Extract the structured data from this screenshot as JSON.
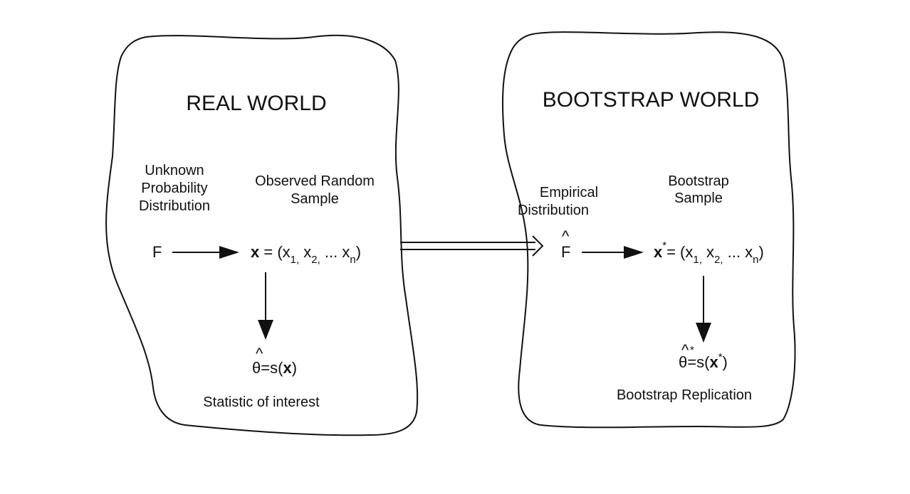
{
  "real_world": {
    "title": "REAL WORLD",
    "unknown": [
      "Unknown",
      "Probability",
      "Distribution"
    ],
    "observed": [
      "Observed Random",
      "Sample"
    ],
    "F": "F",
    "x": "x",
    "eq": " = (x",
    "s1": "1,",
    "x2": " x",
    "s2": "2,",
    "dots": " ... x",
    "sn": "n",
    "close": ")",
    "theta": "θ",
    "hat": "^",
    "estimate_prefix": "=s(",
    "estimate_x": "x",
    "estimate_close": ")",
    "caption": "Statistic of interest"
  },
  "bootstrap_world": {
    "title": "BOOTSTRAP WORLD",
    "empirical": [
      "Empirical",
      "Distribution"
    ],
    "bootstrap_sample": [
      "Bootstrap",
      "Sample"
    ],
    "F": "F",
    "hat": "^",
    "x": "x",
    "star": "*",
    "eq": "= (x",
    "s1": "1,",
    "x2": " x",
    "s2": "2,",
    "dots": " ... x",
    "sn": "n",
    "close": ")",
    "theta": "θ",
    "estimate_prefix": "=s(",
    "estimate_x": "x",
    "estimate_close": ")",
    "caption": "Bootstrap Replication"
  }
}
